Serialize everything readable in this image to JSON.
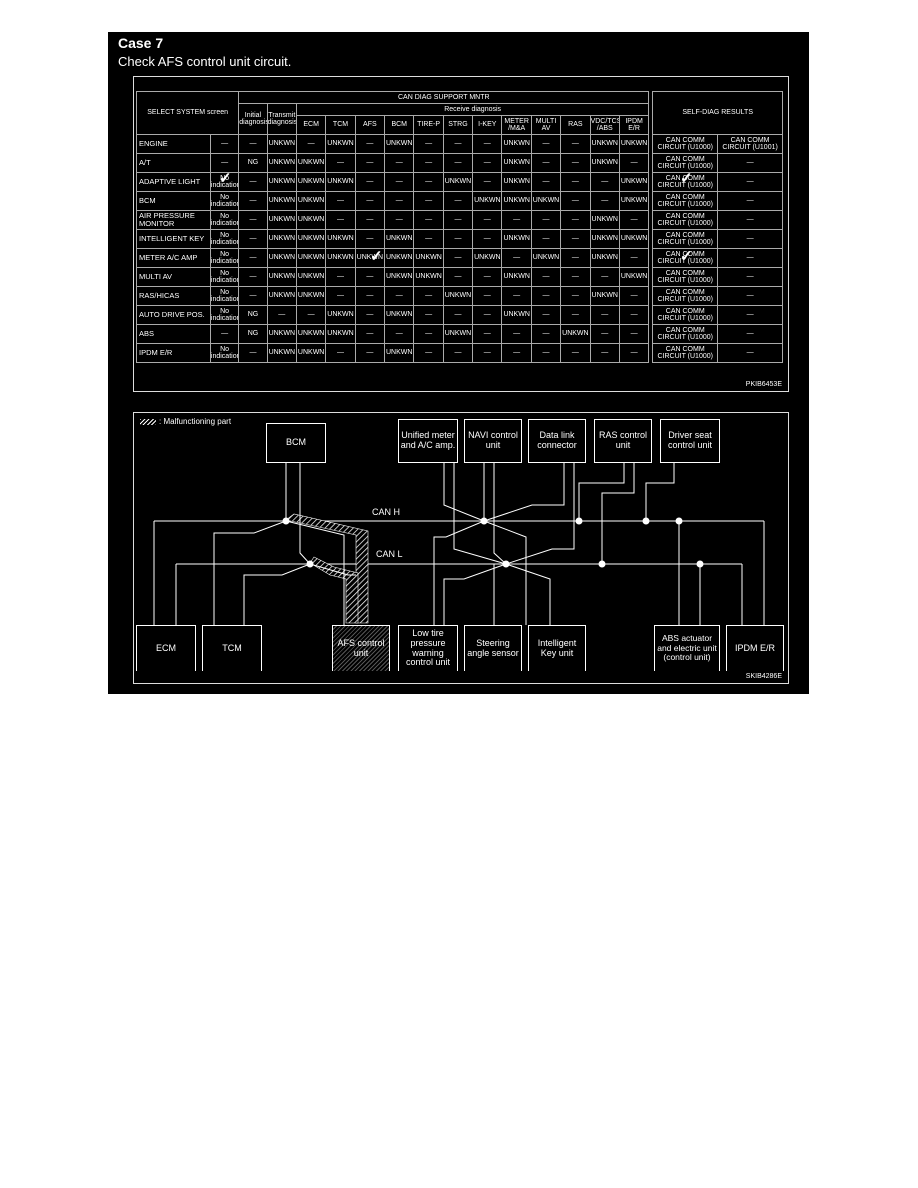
{
  "case_title": "Case 7",
  "case_subtitle": "Check AFS control unit circuit.",
  "table": {
    "support_header": "CAN DIAG SUPPORT MNTR",
    "select_header": "SELECT SYSTEM screen",
    "initial_header": "Initial diagnosis",
    "transmit_header": "Transmit diagnosis",
    "receive_header": "Receive diagnosis",
    "self_diag_header": "SELF-DIAG RESULTS",
    "receive_columns": [
      "ECM",
      "TCM",
      "AFS",
      "BCM",
      "TIRE-P",
      "STRG",
      "I-KEY",
      "METER /M&A",
      "MULTI AV",
      "RAS",
      "VDC/TCS /ABS",
      "IPDM E/R"
    ],
    "rows": [
      {
        "name": "ENGINE",
        "select": "—",
        "initial": "—",
        "transmit": "UNKWN",
        "recv": [
          "—",
          "UNKWN",
          "—",
          "UNKWN",
          "—",
          "—",
          "—",
          "UNKWN",
          "—",
          "—",
          "UNKWN",
          "UNKWN"
        ],
        "diag1": "CAN COMM CIRCUIT (U1000)",
        "diag2": "CAN COMM CIRCUIT (U1001)"
      },
      {
        "name": "A/T",
        "select": "—",
        "initial": "NG",
        "transmit": "UNKWN",
        "recv": [
          "UNKWN",
          "—",
          "—",
          "—",
          "—",
          "—",
          "—",
          "UNKWN",
          "—",
          "—",
          "UNKWN",
          "—"
        ],
        "diag1": "CAN COMM CIRCUIT (U1000)",
        "diag2": "—"
      },
      {
        "name": "ADAPTIVE LIGHT",
        "select": "No indication",
        "initial": "—",
        "transmit": "UNKWN",
        "recv": [
          "UNKWN",
          "UNKWN",
          "—",
          "—",
          "—",
          "UNKWN",
          "—",
          "UNKWN",
          "—",
          "—",
          "—",
          "UNKWN"
        ],
        "diag1": "CAN COMM CIRCUIT (U1000)",
        "diag2": "—"
      },
      {
        "name": "BCM",
        "select": "No indication",
        "initial": "—",
        "transmit": "UNKWN",
        "recv": [
          "UNKWN",
          "—",
          "—",
          "—",
          "—",
          "—",
          "UNKWN",
          "UNKWN",
          "UNKWN",
          "—",
          "—",
          "UNKWN"
        ],
        "diag1": "CAN COMM CIRCUIT (U1000)",
        "diag2": "—"
      },
      {
        "name": "AIR PRESSURE MONITOR",
        "select": "No indication",
        "initial": "—",
        "transmit": "UNKWN",
        "recv": [
          "UNKWN",
          "—",
          "—",
          "—",
          "—",
          "—",
          "—",
          "—",
          "—",
          "—",
          "UNKWN",
          "—"
        ],
        "diag1": "CAN COMM CIRCUIT (U1000)",
        "diag2": "—"
      },
      {
        "name": "INTELLIGENT KEY",
        "select": "No indication",
        "initial": "—",
        "transmit": "UNKWN",
        "recv": [
          "UNKWN",
          "UNKWN",
          "—",
          "UNKWN",
          "—",
          "—",
          "—",
          "UNKWN",
          "—",
          "—",
          "UNKWN",
          "UNKWN"
        ],
        "diag1": "CAN COMM CIRCUIT (U1000)",
        "diag2": "—"
      },
      {
        "name": "METER A/C AMP",
        "select": "No indication",
        "initial": "—",
        "transmit": "UNKWN",
        "recv": [
          "UNKWN",
          "UNKWN",
          "UNKWN",
          "UNKWN",
          "UNKWN",
          "—",
          "UNKWN",
          "—",
          "UNKWN",
          "—",
          "UNKWN",
          "—"
        ],
        "diag1": "CAN COMM CIRCUIT (U1000)",
        "diag2": "—"
      },
      {
        "name": "MULTI AV",
        "select": "No indication",
        "initial": "—",
        "transmit": "UNKWN",
        "recv": [
          "UNKWN",
          "—",
          "—",
          "UNKWN",
          "UNKWN",
          "—",
          "—",
          "UNKWN",
          "—",
          "—",
          "—",
          "UNKWN"
        ],
        "diag1": "CAN COMM CIRCUIT (U1000)",
        "diag2": "—"
      },
      {
        "name": "RAS/HICAS",
        "select": "No indication",
        "initial": "—",
        "transmit": "UNKWN",
        "recv": [
          "UNKWN",
          "—",
          "—",
          "—",
          "—",
          "UNKWN",
          "—",
          "—",
          "—",
          "—",
          "UNKWN",
          "—"
        ],
        "diag1": "CAN COMM CIRCUIT (U1000)",
        "diag2": "—"
      },
      {
        "name": "AUTO DRIVE POS.",
        "select": "No indication",
        "initial": "NG",
        "transmit": "—",
        "recv": [
          "—",
          "UNKWN",
          "—",
          "UNKWN",
          "—",
          "—",
          "—",
          "UNKWN",
          "—",
          "—",
          "—",
          "—"
        ],
        "diag1": "CAN COMM CIRCUIT (U1000)",
        "diag2": "—"
      },
      {
        "name": "ABS",
        "select": "—",
        "initial": "NG",
        "transmit": "UNKWN",
        "recv": [
          "UNKWN",
          "UNKWN",
          "—",
          "—",
          "—",
          "UNKWN",
          "—",
          "—",
          "—",
          "UNKWN",
          "—",
          "—"
        ],
        "diag1": "CAN COMM CIRCUIT (U1000)",
        "diag2": "—"
      },
      {
        "name": "IPDM E/R",
        "select": "No indication",
        "initial": "—",
        "transmit": "UNKWN",
        "recv": [
          "UNKWN",
          "—",
          "—",
          "UNKWN",
          "—",
          "—",
          "—",
          "—",
          "—",
          "—",
          "—",
          "—"
        ],
        "diag1": "CAN COMM CIRCUIT (U1000)",
        "diag2": "—"
      }
    ],
    "figure_code": "PKIB6453E"
  },
  "diagram": {
    "legend": ": Malfunctioning part",
    "can_h": "CAN H",
    "can_l": "CAN L",
    "units": {
      "bcm": "BCM",
      "meter": "Unified meter and A/C amp.",
      "navi": "NAVI control unit",
      "dlc": "Data link connector",
      "ras": "RAS control unit",
      "seat": "Driver seat control unit",
      "ecm": "ECM",
      "tcm": "TCM",
      "afs": "AFS control unit",
      "tire": "Low tire pressure warning control unit",
      "strg": "Steering angle sensor",
      "ikey": "Intelligent Key unit",
      "abs": "ABS actuator and electric unit (control unit)",
      "ipdm": "IPDM E/R"
    },
    "figure_code": "SKIB4286E"
  }
}
